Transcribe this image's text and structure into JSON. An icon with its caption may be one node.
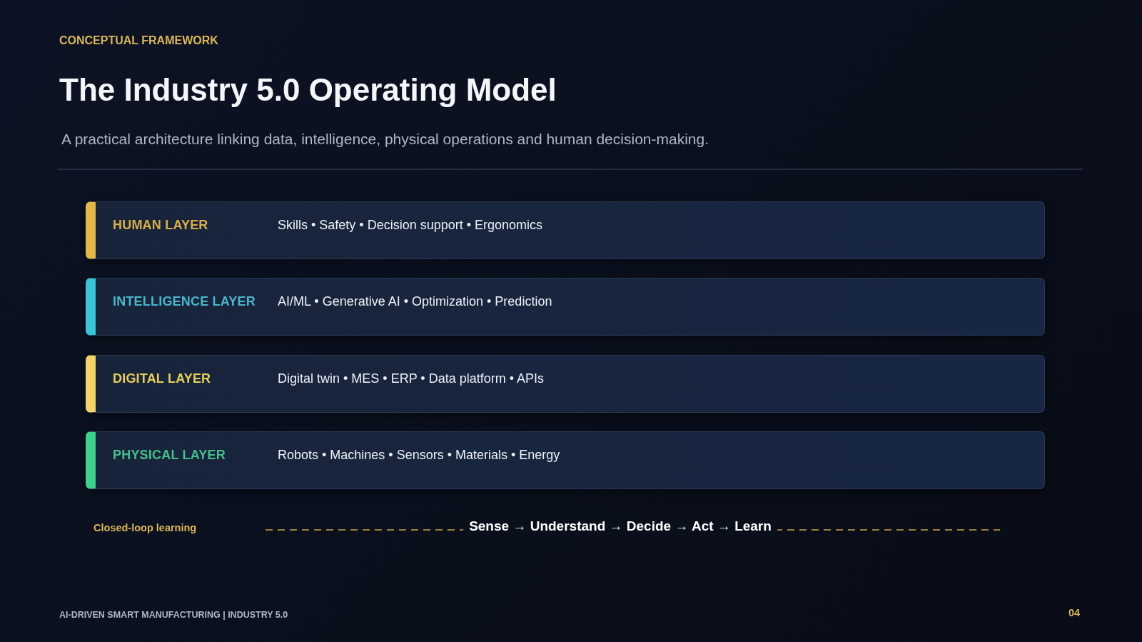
{
  "diagram": {
    "title": "The Industry 5.0 Operating Model",
    "nodes": [
      {
        "text": [
          "HUMAN LAYER",
          "Skills • Safety • Decision support • Ergonomics"
        ]
      },
      {
        "text": [
          "INTELLIGENCE LAYER",
          "AI/ML • Generative AI • Optimization • Prediction"
        ]
      },
      {
        "text": [
          "DIGITAL LAYER",
          "Digital twin • MES • ERP • Data platform • APIs"
        ]
      },
      {
        "text": [
          "PHYSICAL LAYER",
          "Robots • Machines • Sensors • Materials • Energy"
        ]
      }
    ],
    "labels": [
      "CONCEPTUAL FRAMEWORK",
      "A practical architecture linking data, intelligence, physical operations and human decision-making.",
      "Closed-loop learning",
      "Sense → Understand → Decide → Act → Learn",
      "AI-DRIVEN SMART MANUFACTURING | INDUSTRY 5.0",
      "04"
    ]
  }
}
